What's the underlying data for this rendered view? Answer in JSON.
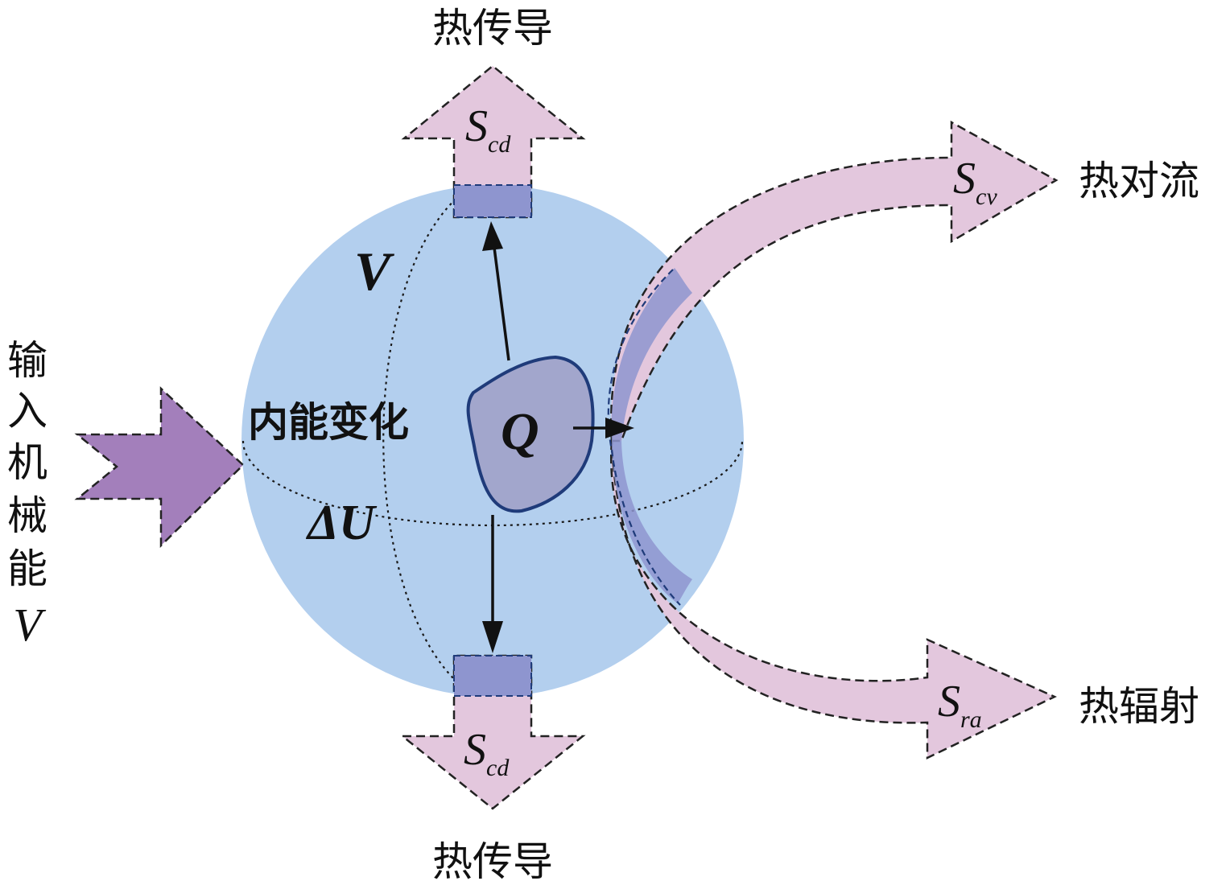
{
  "labels": {
    "conduction_top": "热传导",
    "conduction_bottom": "热传导",
    "convection": "热对流",
    "radiation": "热辐射",
    "internal_energy_change": "内能变化",
    "mechanical_input": [
      "输",
      "入",
      "机",
      "械",
      "能"
    ],
    "mechanical_input_symbol": "V",
    "volume_symbol": "V",
    "delta_u": "ΔU",
    "heat_source": "Q"
  },
  "fluxes": {
    "conduction_top": {
      "main": "S",
      "sub": "cd"
    },
    "conduction_bottom": {
      "main": "S",
      "sub": "cd"
    },
    "convection": {
      "main": "S",
      "sub": "cv"
    },
    "radiation": {
      "main": "S",
      "sub": "ra"
    }
  },
  "colors": {
    "sphere": "#b3cfee",
    "flux_arrow": "#e3c7dd",
    "input_arrow": "#a37fbb",
    "overlap": "#8e95cf",
    "heat_source": "#a2a6cc",
    "source_stroke": "#1f3b7a",
    "dashed_outline": "#222222"
  }
}
